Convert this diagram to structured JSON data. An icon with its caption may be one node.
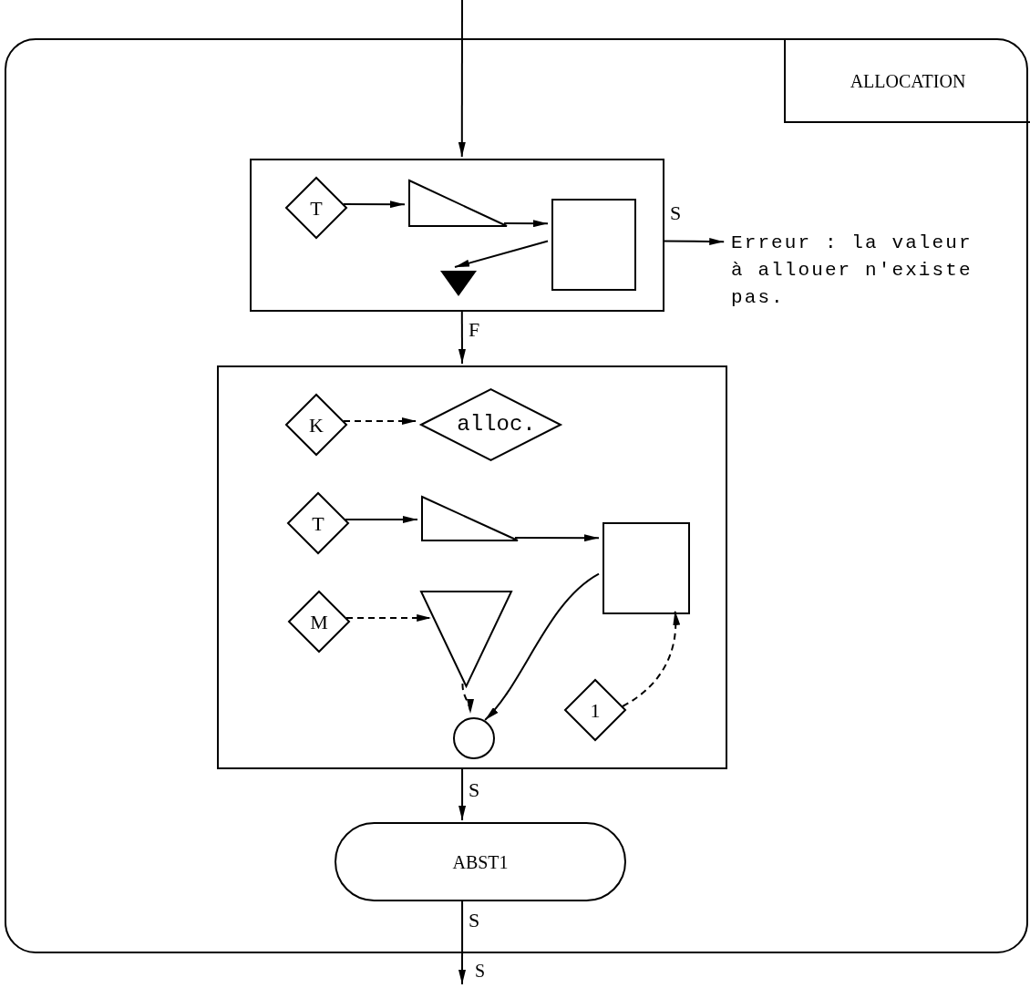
{
  "diagram": {
    "nodes": [
      {
        "text": [],
        "shape": "box"
      },
      {
        "text": [
          "ALLOCATION"
        ],
        "in": 0
      },
      {
        "text": [],
        "shape": "box",
        "in": 0
      },
      {
        "text": [
          "T"
        ],
        "in": 2
      },
      {
        "text": [],
        "shape": "triangle",
        "in": 2
      },
      {
        "text": [],
        "shape": "box",
        "in": 2
      },
      {
        "text": [],
        "shape": "triangle",
        "in": 2
      },
      {
        "text": [
          "Erreur : la valeur à allouer n'existe pas."
        ],
        "in": 0
      },
      {
        "text": [],
        "shape": "box",
        "in": 0
      },
      {
        "text": [
          "K"
        ],
        "in": 8
      },
      {
        "text": [
          "alloc."
        ],
        "in": 8
      },
      {
        "text": [
          "T"
        ],
        "in": 8
      },
      {
        "text": [],
        "shape": "triangle",
        "in": 8
      },
      {
        "text": [],
        "shape": "box",
        "in": 8
      },
      {
        "text": [
          "M"
        ],
        "in": 8
      },
      {
        "text": [],
        "shape": "triangle",
        "in": 8
      },
      {
        "text": [],
        "shape": "circle",
        "in": 8
      },
      {
        "text": [
          "1"
        ],
        "in": 8
      },
      {
        "text": [
          "ABST1"
        ],
        "in": 0
      },
      {
        "text": [
          "S"
        ]
      }
    ],
    "edges": [
      {
        "from": null,
        "to": 2,
        "arrow": "to"
      },
      {
        "from": 3,
        "to": 4,
        "arrow": "to"
      },
      {
        "from": 4,
        "to": 5,
        "arrow": "to"
      },
      {
        "from": 5,
        "to": 6,
        "arrow": "to"
      },
      {
        "from": 2,
        "to": 7,
        "arrow": "to",
        "label": "S"
      },
      {
        "from": 2,
        "to": 8,
        "arrow": "to",
        "label": "F"
      },
      {
        "from": 9,
        "to": 10,
        "arrow": "to",
        "style": "dashed"
      },
      {
        "from": 11,
        "to": 12,
        "arrow": "to"
      },
      {
        "from": 12,
        "to": 13,
        "arrow": "to"
      },
      {
        "from": 14,
        "to": 15,
        "arrow": "to",
        "style": "dashed"
      },
      {
        "from": 15,
        "to": 16,
        "arrow": "to",
        "style": "dashed"
      },
      {
        "from": 13,
        "to": 16,
        "arrow": "to"
      },
      {
        "from": 17,
        "to": 13,
        "arrow": "to",
        "style": "dashed"
      },
      {
        "from": 8,
        "to": 18,
        "arrow": "to",
        "label": "S"
      },
      {
        "from": 18,
        "to": 19,
        "arrow": "to",
        "label": "S"
      }
    ]
  }
}
